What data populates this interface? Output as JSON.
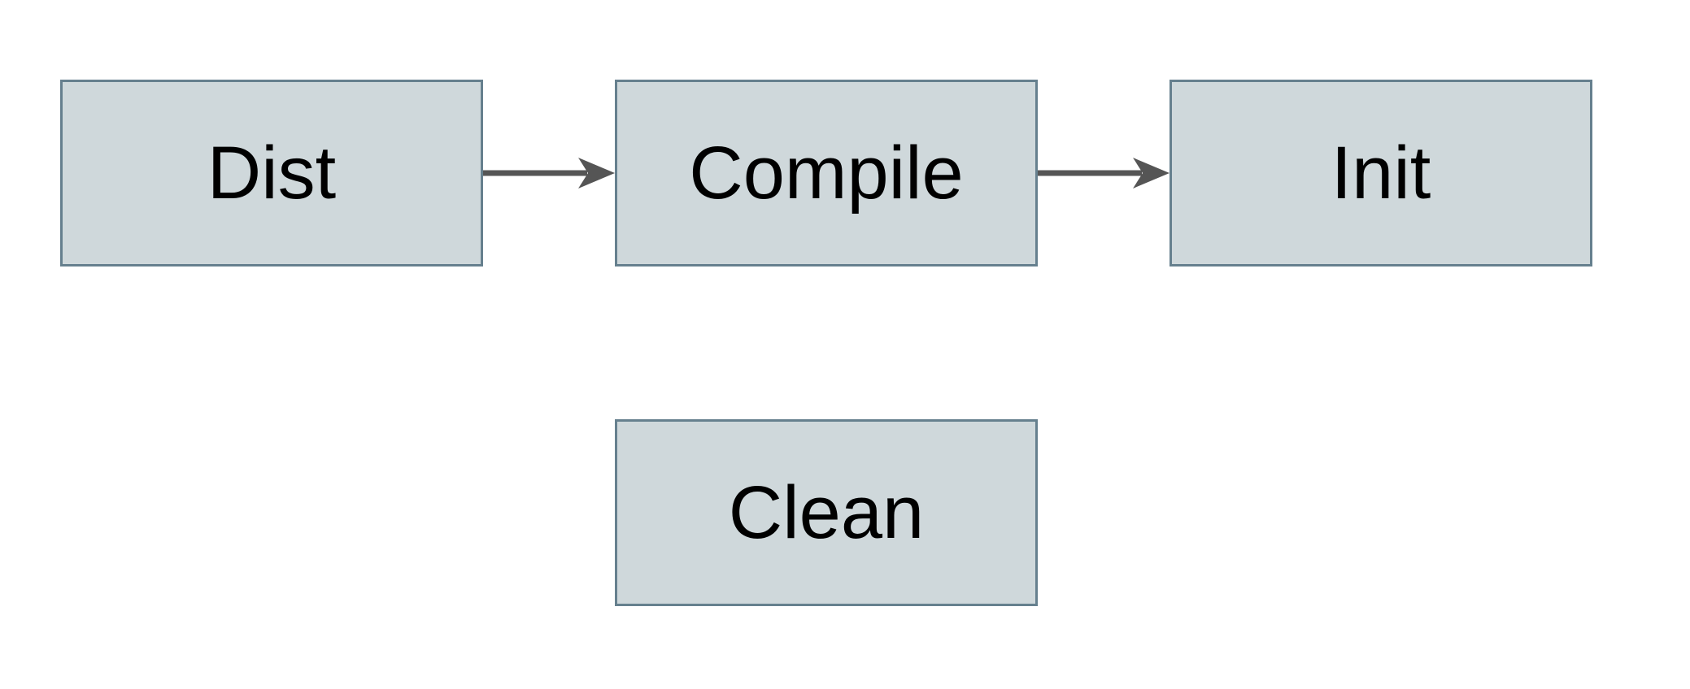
{
  "diagram": {
    "type": "flowchart",
    "nodes": [
      {
        "id": "dist",
        "label": "Dist"
      },
      {
        "id": "compile",
        "label": "Compile"
      },
      {
        "id": "init",
        "label": "Init"
      },
      {
        "id": "clean",
        "label": "Clean"
      }
    ],
    "edges": [
      {
        "from": "dist",
        "to": "compile",
        "style": "arrow-right"
      },
      {
        "from": "compile",
        "to": "init",
        "style": "arrow-right"
      }
    ]
  },
  "colors": {
    "background": "#ffffff",
    "node-fill": "#cfd8db",
    "node-border": "#66808e",
    "node-label": "#000000",
    "arrow": "#555555"
  }
}
